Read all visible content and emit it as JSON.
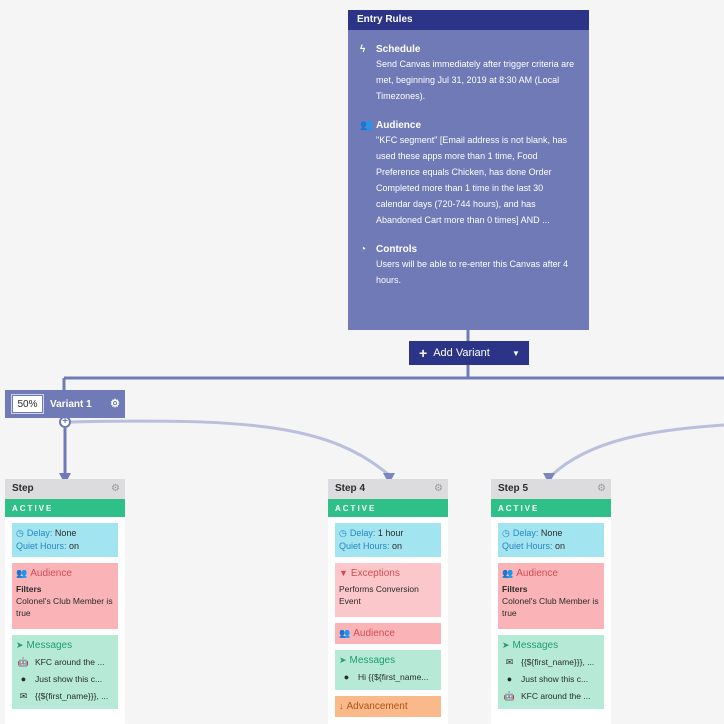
{
  "entry_rules": {
    "title": "Entry Rules",
    "schedule": {
      "label": "Schedule",
      "text": "Send Canvas immediately after trigger criteria are met, beginning Jul 31, 2019 at 8:30 AM (Local Timezones).",
      "icon": "bolt-icon"
    },
    "audience": {
      "label": "Audience",
      "text": "\"KFC segment\" [Email address is not blank, has used these apps more than 1 time, Food Preference equals Chicken, has done Order Completed more than 1 time in the last 30 calendar days (720-744 hours), and has Abandoned Cart more than 0 times] AND ...",
      "icon": "users-icon"
    },
    "controls": {
      "label": "Controls",
      "text": "Users will be able to re-enter this Canvas after 4 hours.",
      "icon": "gauge-icon"
    }
  },
  "add_variant": {
    "label": "Add Variant"
  },
  "variant": {
    "percent": "50%",
    "name": "Variant 1"
  },
  "status_label": "ACTIVE",
  "steps": [
    {
      "title": "Step",
      "delay_label": "Delay:",
      "delay_value": "None",
      "quiet_label": "Quiet Hours:",
      "quiet_value": "on",
      "audience_label": "Audience",
      "filters_label": "Filters",
      "filters_text": "Colonel's Club Member is true",
      "messages_label": "Messages",
      "messages": [
        "KFC around the ...",
        "Just show this c...",
        "{{${first_name}}}, ..."
      ]
    },
    {
      "title": "Step 4",
      "delay_label": "Delay:",
      "delay_value": "1 hour",
      "quiet_label": "Quiet Hours:",
      "quiet_value": "on",
      "exceptions_label": "Exceptions",
      "exceptions_text": "Performs Conversion Event",
      "audience_label": "Audience",
      "messages_label": "Messages",
      "messages": [
        "Hi {{${first_name..."
      ],
      "advancement_label": "Advancement"
    },
    {
      "title": "Step 5",
      "delay_label": "Delay:",
      "delay_value": "None",
      "quiet_label": "Quiet Hours:",
      "quiet_value": "on",
      "audience_label": "Audience",
      "filters_label": "Filters",
      "filters_text": "Colonel's Club Member is true",
      "messages_label": "Messages",
      "messages": [
        "{{${first_name}}}, ...",
        "Just show this c...",
        "KFC around the ..."
      ]
    }
  ],
  "colors": {
    "primary": "#2c3488",
    "entry_bg": "#6f7ab6",
    "active": "#2fc08a",
    "delay": "#a2e4ef",
    "audience": "#fab4b7",
    "messages": "#b6ead7",
    "advancement": "#f9b98a"
  }
}
